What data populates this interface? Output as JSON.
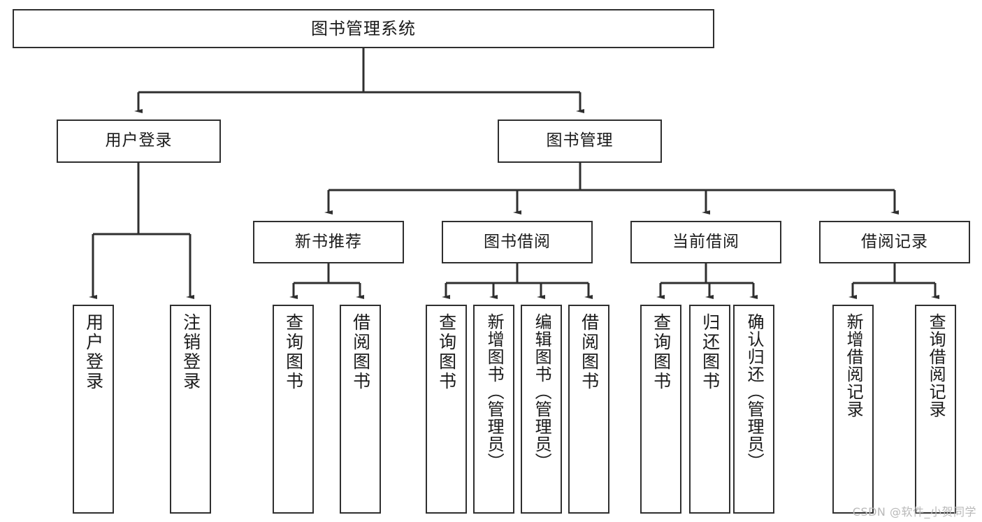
{
  "diagram": {
    "title": "图书管理系统",
    "type": "tree",
    "colors": {
      "box_border": "#2f2f2f",
      "box_fill": "#ffffff",
      "connector": "#2f2f2f",
      "background": "#ffffff",
      "watermark": "#b9b9b9"
    },
    "nodes": {
      "root": {
        "label": "图书管理系统"
      },
      "level1": [
        {
          "id": "user-login",
          "label": "用户登录"
        },
        {
          "id": "book-manage",
          "label": "图书管理"
        }
      ],
      "level2": [
        {
          "id": "new-book-recommend",
          "label": "新书推荐"
        },
        {
          "id": "book-borrow",
          "label": "图书借阅"
        },
        {
          "id": "current-borrow",
          "label": "当前借阅"
        },
        {
          "id": "borrow-record",
          "label": "借阅记录"
        }
      ],
      "leaves": {
        "user-login": [
          {
            "id": "leaf-user-login",
            "label": "用户登录"
          },
          {
            "id": "leaf-logout-login",
            "label": "注销登录"
          }
        ],
        "new-book-recommend": [
          {
            "id": "leaf-query-book-1",
            "label": "查询图书"
          },
          {
            "id": "leaf-borrow-book-1",
            "label": "借阅图书"
          }
        ],
        "book-borrow": [
          {
            "id": "leaf-query-book-2",
            "label": "查询图书"
          },
          {
            "id": "leaf-add-book-admin",
            "label": "新增图书（管理员）"
          },
          {
            "id": "leaf-edit-book-admin",
            "label": "编辑图书（管理员）"
          },
          {
            "id": "leaf-borrow-book-2",
            "label": "借阅图书"
          }
        ],
        "current-borrow": [
          {
            "id": "leaf-query-book-3",
            "label": "查询图书"
          },
          {
            "id": "leaf-return-book",
            "label": "归还图书"
          },
          {
            "id": "leaf-confirm-return-admin",
            "label": "确认归还（管理员）"
          }
        ],
        "borrow-record": [
          {
            "id": "leaf-add-borrow-record",
            "label": "新增借阅记录"
          },
          {
            "id": "leaf-query-borrow-record",
            "label": "查询借阅记录"
          }
        ]
      }
    },
    "watermark": "CSDN @软件_小贺同学"
  }
}
